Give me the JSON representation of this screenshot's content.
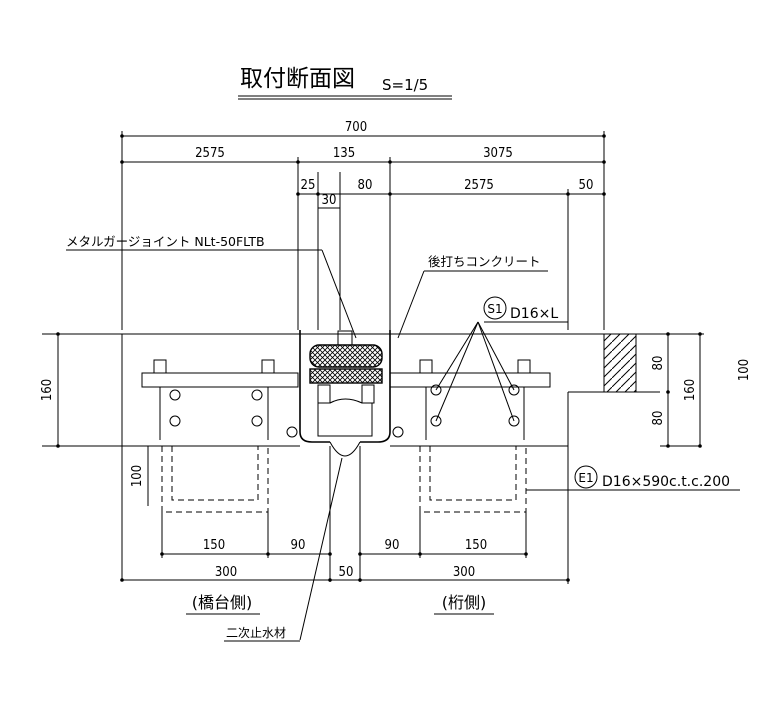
{
  "title": {
    "main": "取付断面図",
    "scale": "S=1/5"
  },
  "dims": {
    "total": "700",
    "left_seg": "2575",
    "center_seg": "135",
    "right_seg": "3075",
    "d25": "25",
    "d80": "80",
    "d30": "30",
    "right_inner": "2575",
    "d50_top": "50",
    "h160_left": "160",
    "h80_upper": "80",
    "h80_lower": "80",
    "h160_right": "160",
    "h100_cut": "100",
    "h100": "100",
    "d150_left": "150",
    "d90_left": "90",
    "d90_right": "90",
    "d150_right": "150",
    "d300_left": "300",
    "d50_bottom": "50",
    "d300_right": "300"
  },
  "labels": {
    "joint": "メタルガージョイント NLt-50FLTB",
    "post_concrete": "後打ちコンクリート",
    "s1_mark": "S1",
    "s1_spec": "D16×L",
    "e1_mark": "E1",
    "e1_spec": "D16×590c.t.c.200",
    "abutment_side": "(橋台側)",
    "girder_side": "(桁側)",
    "waterstop": "二次止水材"
  }
}
